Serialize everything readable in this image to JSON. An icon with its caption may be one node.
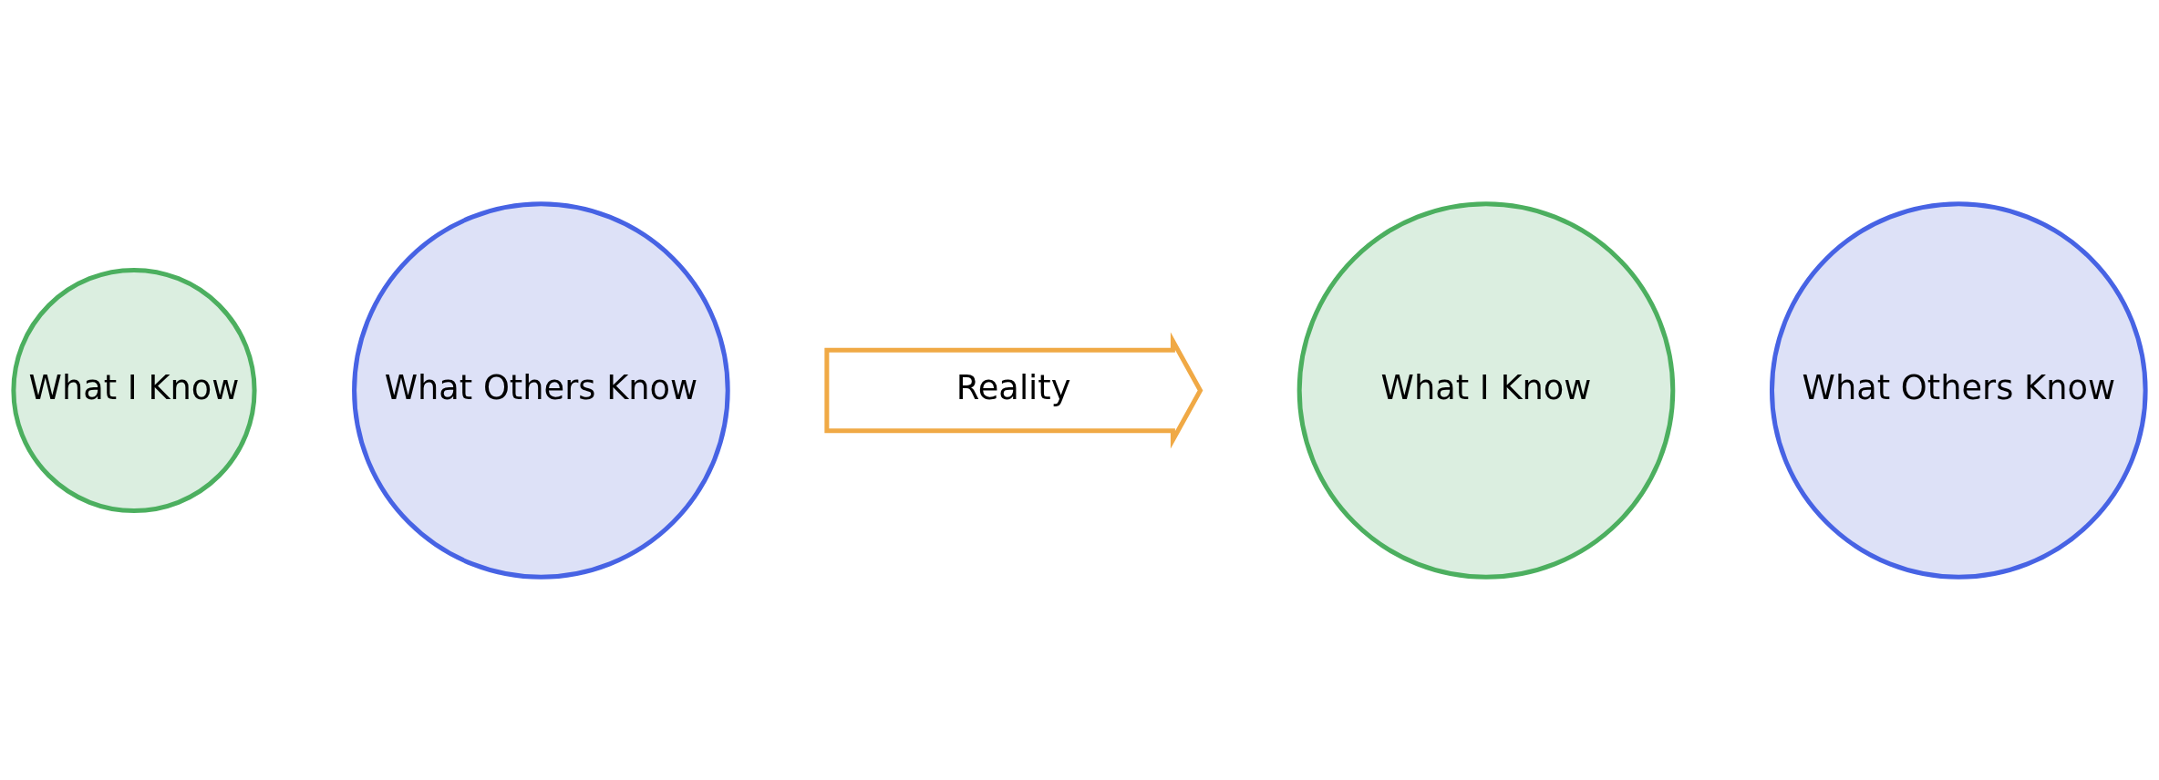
{
  "diagram": {
    "nodes": [
      {
        "text": [
          "What I Know"
        ]
      },
      {
        "text": [
          "What Others Know"
        ]
      },
      {
        "text": [
          "Reality"
        ]
      },
      {
        "text": [
          "What I Know"
        ]
      },
      {
        "text": [
          "What Others Know"
        ]
      }
    ],
    "edges": []
  }
}
